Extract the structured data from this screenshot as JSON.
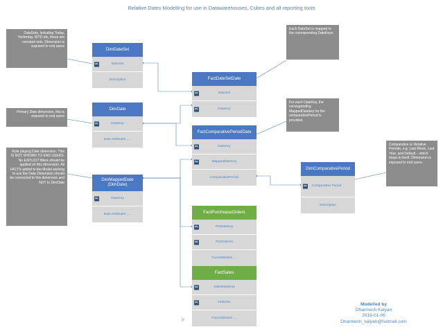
{
  "title": "Relative Dates Modelling for use in Datawarehouses, Cubes and all reporting tools",
  "pk_label": "PK",
  "entities": {
    "dim_date_set": {
      "name": "DimDateSet",
      "rows": [
        "DateSet",
        "Description"
      ]
    },
    "dim_date": {
      "name": "DimDate",
      "rows": [
        "DateKey",
        "Date Attributes ....."
      ]
    },
    "dim_mapped_date": {
      "name": "DimMappedDate (DimDate)",
      "rows": [
        "DateKey",
        "Date Attributes ....."
      ]
    },
    "fact_date_set_date": {
      "name": "FactDateSetDate",
      "rows": [
        "DateSet",
        "DateKey"
      ]
    },
    "fact_comparative_period_date": {
      "name": "FactComparativePeriodDate",
      "rows": [
        "DateKey",
        "MappedDateKey",
        "ComparativePeriod"
      ]
    },
    "dim_comparative_period": {
      "name": "DimComparativePeriod",
      "rows": [
        "Comparative Period",
        "Description"
      ]
    },
    "fact_purchase_orders": {
      "name": "FactPurcheaseOrders",
      "rows": [
        "PODateKey",
        "POOrderNo",
        "FactAttributes ...."
      ]
    },
    "fact_sales": {
      "name": "FactSales",
      "rows": [
        "SalesDateKey",
        "OrderNo",
        "FactAttributes ...."
      ]
    }
  },
  "notes": {
    "datasets": "DataSets, including Today, Yesterday, WTD etc, these are constant sets. Dimension is exposed to end users",
    "primary": "Primary Date dimension, this is exposed to end users",
    "role_playing": "Role playing Date dimension. This IS NOT SHOWN TO END USERS. No EXPLICIT filters should be applied on this dimension. All FACTS added to the Model wishing to use the Date Dimension should be connected to this dimension and NOT to DimDate",
    "each_dataset": "Each DateSet is mapped to the corresponding DateKeys.",
    "each_datekey": "For each DateKey, the corresponding MappedDatekey for the comparativePeriod is provided.",
    "comparative": "Comparative or Relative Periods, e.g. Last Week, Last Year, and Default – which maps to itself. Dimension is exposed to end users"
  },
  "credit": {
    "heading": "Modelled by",
    "author": "Dharmesh Kalyan",
    "date": "2019-01-06",
    "email": "Dharmesh_kalyan@hotmail.com"
  },
  "colors": {
    "table_header_blue": "#4a78c2",
    "table_header_green": "#6fae46",
    "table_body": "#d7d7d7",
    "note_bg": "#8c8c8c",
    "text_blue": "#4a86c5",
    "connector": "#4a86c5"
  }
}
